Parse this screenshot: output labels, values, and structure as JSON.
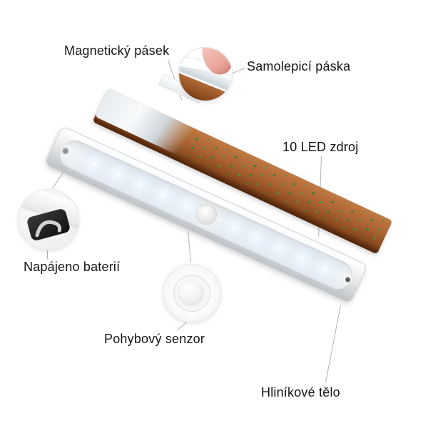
{
  "figure": {
    "type": "annotated-product-diagram"
  },
  "led_count": 10,
  "labels": {
    "magnetic_strip": "Magnetický pásek",
    "adhesive_tape": "Samolepicí páska",
    "led_source": "10 LED zdroj",
    "battery_powered": "Napájeno baterií",
    "motion_sensor": "Pohybový senzor",
    "aluminum_body": "Hliníkové tělo"
  },
  "colors": {
    "background": "#ffffff",
    "adhesive_strip_brown": "#a05a2a",
    "adhesive_marks_green": "#2f8f3c",
    "bar_aluminum_light": "#f4f5f6",
    "bar_aluminum_dark": "#c2c5c8",
    "led_glow": "#eef6ff",
    "finger_skin": "#eba89d",
    "callout_line_gray": "#b3b3b3"
  }
}
